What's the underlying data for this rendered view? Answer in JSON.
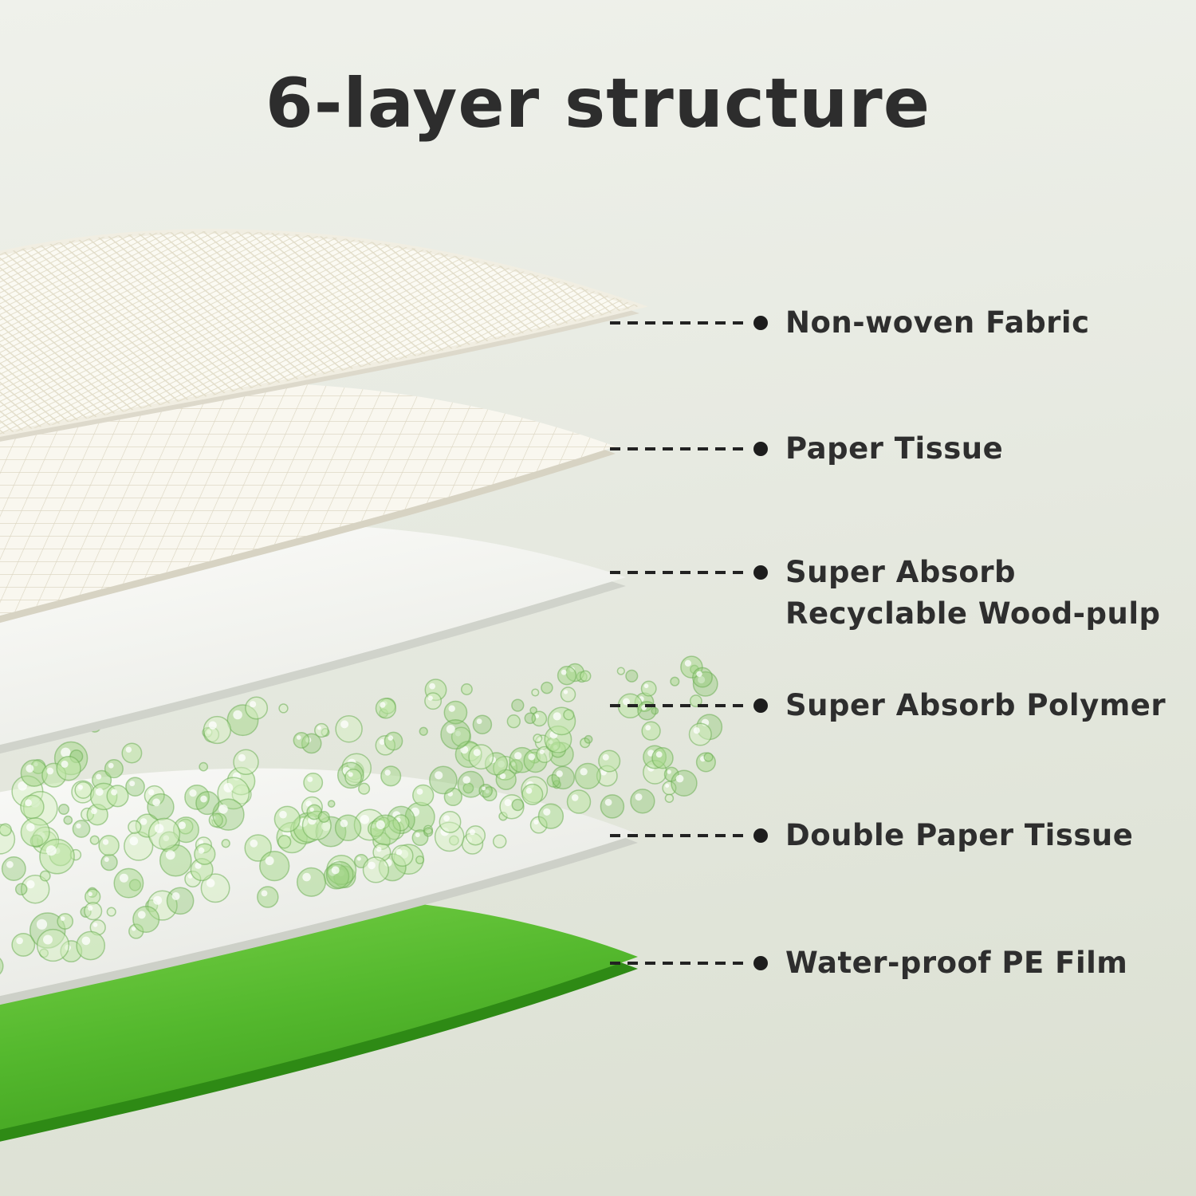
{
  "title": "6-layer structure",
  "layers": [
    {
      "name": "non-woven-fabric",
      "lines": [
        "Non-woven Fabric"
      ]
    },
    {
      "name": "paper-tissue",
      "lines": [
        "Paper Tissue"
      ]
    },
    {
      "name": "super-absorb-wood-pulp",
      "lines": [
        "Super Absorb",
        "Recyclable Wood-pulp"
      ]
    },
    {
      "name": "super-absorb-polymer",
      "lines": [
        "Super Absorb Polymer"
      ]
    },
    {
      "name": "double-paper-tissue",
      "lines": [
        "Double Paper Tissue"
      ]
    },
    {
      "name": "water-proof-pe-film",
      "lines": [
        "Water-proof PE Film"
      ]
    }
  ],
  "colors": {
    "background_top": "#eff1eb",
    "background_bottom": "#dbe0d2",
    "title_text": "#2d2d2d",
    "label_text": "#2e2e2e",
    "leader_line": "#222222",
    "pe_film_green": "#55b92e",
    "pe_film_edge_green": "#2e8a15",
    "polymer_bead_green": "#a3d888",
    "sheet_white": "#fafaf8"
  }
}
